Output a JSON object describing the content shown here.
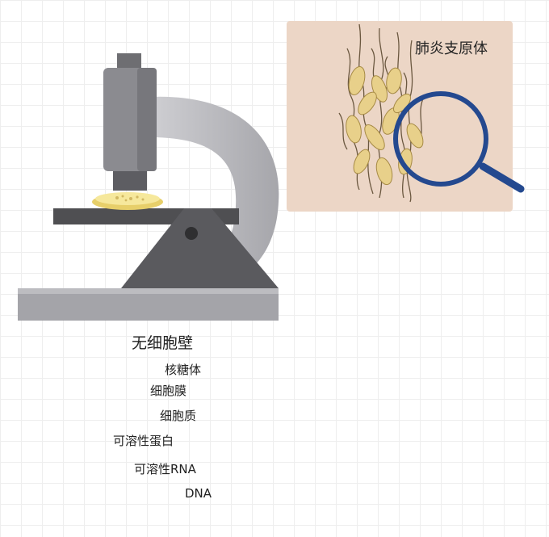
{
  "organism": {
    "label": "肺炎支原体"
  },
  "cell": {
    "heading": "无细胞壁",
    "labels": [
      {
        "key": "nucleoid",
        "text": "核糖体"
      },
      {
        "key": "membrane",
        "text": "细胞膜"
      },
      {
        "key": "cytoplasm",
        "text": "细胞质"
      },
      {
        "key": "protein",
        "text": "可溶性蛋白"
      },
      {
        "key": "rna",
        "text": "可溶性RNA"
      },
      {
        "key": "dna",
        "text": "DNA"
      }
    ]
  },
  "colors": {
    "microscope_body": "#9a9aa0",
    "microscope_arm": "#b8b8bc",
    "microscope_stage": "#555557",
    "petri_dish": "#f2e08a",
    "panel_bg": "#ecd6c6",
    "bacteria": "#e8d08a",
    "magnifier": "#24498f",
    "arrow": "#e0614f",
    "cell_fill": "#bcc9e6",
    "dna_strand": "#6b5ba8",
    "ribosome": "#8c6fb8"
  }
}
